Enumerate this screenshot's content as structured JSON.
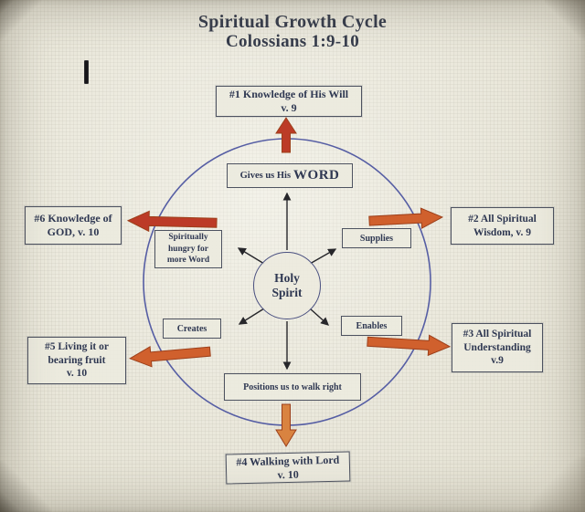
{
  "title": {
    "line1": "Spiritual Growth Cycle",
    "line2": "Colossians 1:9-10"
  },
  "center_label": "Holy\nSpirit",
  "outer": {
    "b1": "#1 Knowledge of His Will\nv. 9",
    "b2": "#2 All Spiritual\nWisdom, v. 9",
    "b3": "#3 All Spiritual\nUnderstanding\nv.9",
    "b4": "#4 Walking with Lord\nv. 10",
    "b5": "#5 Living it or\nbearing fruit\nv. 10",
    "b6": "#6 Knowledge of\nGOD, v. 10"
  },
  "inner": {
    "word_prefix": "Gives us His",
    "word_emphasis": "WORD",
    "hungry": "Spiritually\nhungry for\nmore Word",
    "supplies": "Supplies",
    "enables": "Enables",
    "creates": "Creates",
    "positions": "Positions us to walk right"
  },
  "colors": {
    "background": "#eae8dc",
    "circle_stroke": "#565ea4",
    "text_navy": "#2f3852",
    "box_border": "#4d5260",
    "arrow_red": "#bc3b27",
    "arrow_orange": "#d0602d",
    "arrow_light_orange": "#d98340",
    "thin_arrow_black": "#26262a"
  }
}
